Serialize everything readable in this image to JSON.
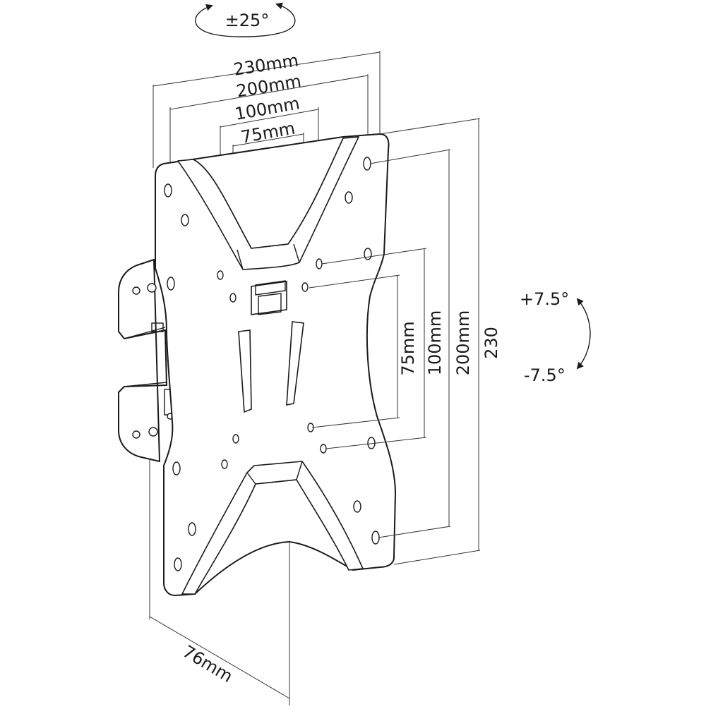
{
  "rotation": {
    "swivel_label": "±25°"
  },
  "horizontal_dims": {
    "d230": "230mm",
    "d200": "200mm",
    "d100": "100mm",
    "d75": "75mm"
  },
  "vertical_dims": {
    "d75": "75mm",
    "d100": "100mm",
    "d200": "200mm",
    "d230": "230"
  },
  "tilt": {
    "up_label": "+7.5°",
    "down_label": "-7.5°"
  },
  "depth": {
    "label": "76mm"
  },
  "colors": {
    "line": "#1a1a1a",
    "background": "#ffffff"
  }
}
